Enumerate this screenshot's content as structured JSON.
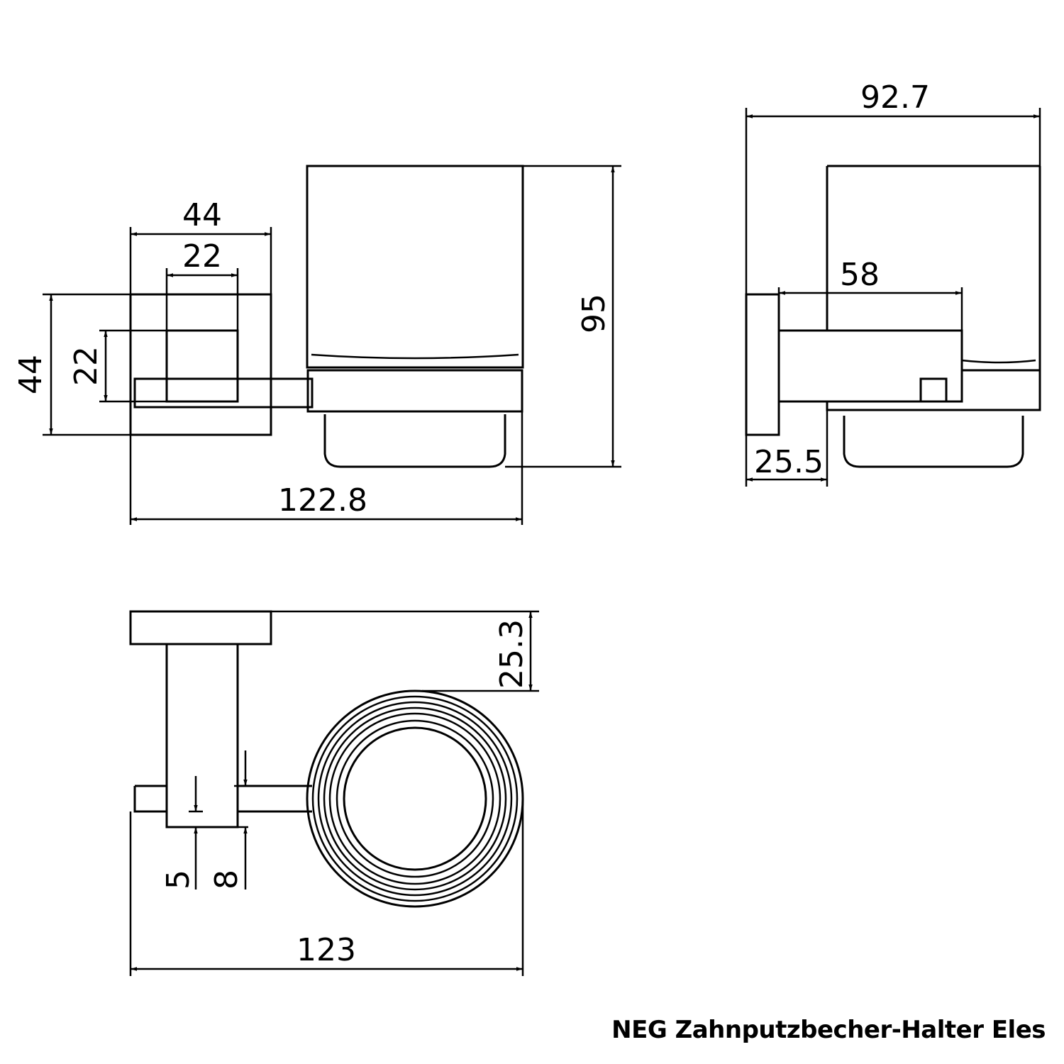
{
  "caption": "NEG Zahnputzbecher-Halter Eles",
  "dimensions": {
    "side_width_44": "44",
    "side_width_22": "22",
    "side_height_44": "44",
    "side_height_22": "22",
    "total_height": "95",
    "side_total_width": "122.8",
    "front_width": "92.7",
    "front_inner_width": "58",
    "front_base_width": "25.5",
    "top_depth": "25.3",
    "top_gap_5": "5",
    "top_gap_8": "8",
    "top_total_width": "123"
  },
  "colors": {
    "line": "#000000",
    "background": "#ffffff"
  }
}
